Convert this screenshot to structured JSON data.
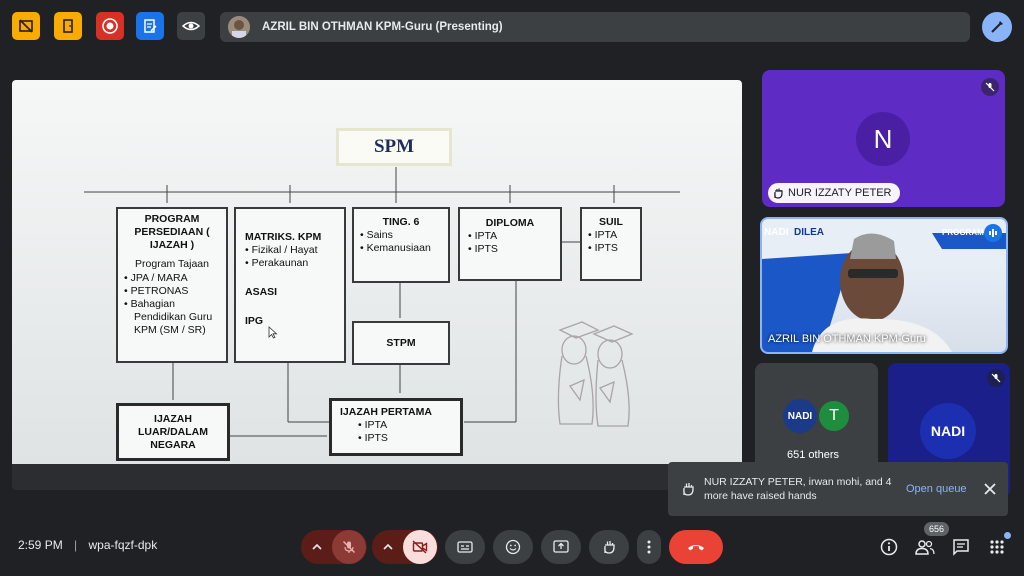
{
  "topbar": {
    "presenting_text": "AZRIL BIN OTHMAN KPM-Guru (Presenting)",
    "colors": {
      "yellow": "#f9ab00",
      "red": "#d93025",
      "blue": "#1a73e8",
      "dark": "#3c4043"
    },
    "buttons": [
      {
        "name": "no-film-icon"
      },
      {
        "name": "door-exit-icon"
      },
      {
        "name": "record-icon"
      },
      {
        "name": "edit-document-icon"
      },
      {
        "name": "eye-icon"
      }
    ]
  },
  "slide": {
    "title": "SPM",
    "boxes": {
      "program": {
        "title": "PROGRAM PERSEDIAAN ( IJAZAH )",
        "sub": "Program Tajaan",
        "items": [
          "JPA / MARA",
          "PETRONAS",
          "Bahagian Pendidikan Guru KPM (SM / SR)"
        ]
      },
      "matriks": {
        "title": "MATRIKS. KPM",
        "items": [
          "Fizikal / Hayat",
          "Perakaunan"
        ],
        "asasi": "ASASI",
        "ipg": "IPG"
      },
      "ting6": {
        "title": "TING. 6",
        "items": [
          "Sains",
          "Kemanusiaan"
        ]
      },
      "diploma": {
        "title": "DIPLOMA",
        "items": [
          "IPTA",
          "IPTS"
        ]
      },
      "suil": {
        "title": "SUIL",
        "items": [
          "IPTA",
          "IPTS"
        ]
      },
      "stpm": {
        "title": "STPM"
      },
      "ijazah_luar": {
        "title": "IJAZAH LUAR/DALAM NEGARA"
      },
      "ijazah_pertama": {
        "title": "IJAZAH PERTAMA",
        "items": [
          "IPTA",
          "IPTS"
        ]
      }
    }
  },
  "tiles": {
    "nur": {
      "initial": "N",
      "name": "NUR IZZATY PETER",
      "bg": "#5e2bc4",
      "avatar_bg": "#4b1fa3"
    },
    "azril": {
      "name": "AZRIL BIN OTHMAN KPM-Guru",
      "logo1": "NADI",
      "logo2": "DILEA",
      "banner": "PROGRAM"
    },
    "others": {
      "logo": "NADI",
      "initial": "T",
      "label": "651 others"
    },
    "nadi": {
      "logo": "NADI"
    }
  },
  "toast": {
    "text": "NUR IZZATY PETER, irwan mohi, and 4 more have raised hands",
    "action": "Open queue"
  },
  "bottombar": {
    "time": "2:59 PM",
    "separator": "|",
    "meeting_code": "wpa-fqzf-dpk",
    "people_count": "656"
  }
}
